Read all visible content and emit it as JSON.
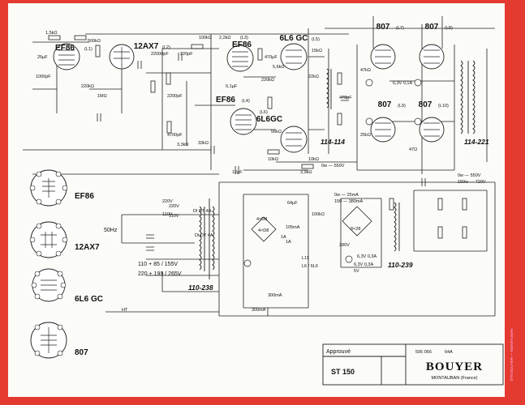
{
  "tubes": {
    "v1": "EF86",
    "v1_pos": "(L1)",
    "v2": "12AX7",
    "v2_pos": "(L2)",
    "v3": "EF86",
    "v3_pos": "(L3)",
    "v4": "EF86",
    "v4_pos": "(L4)",
    "v5": "6L6 GC",
    "v5_pos": "(L5)",
    "v6": "6L6GC",
    "v6_pos": "(L6)",
    "v7": "807",
    "v7_pos": "(L7)",
    "v8": "807",
    "v8_pos": "(L8)",
    "v9": "807",
    "v9_pos": "(L9)",
    "v10": "807",
    "v10_pos": "(L10)"
  },
  "pinouts": [
    "EF86",
    "12AX7",
    "6L6 GC",
    "807"
  ],
  "transformers": {
    "t1": "114-114",
    "t2": "114-221",
    "t3": "110-238",
    "t4": "110-239"
  },
  "components": [
    "1,5kΩ",
    "25µF",
    "1000pF",
    "220kΩ",
    "500kΩ",
    "22000pF",
    "220pF",
    "100kΩ",
    "2,2kΩ",
    "5,6kΩ",
    "0,1µF",
    "470µF",
    "22kΩ",
    "220kΩ",
    "2200pF",
    "4700pF",
    "3,3kΩ",
    "33kΩ",
    "1MΩ",
    "56kΩ",
    "12µF",
    "10kΩ",
    "3,9kΩ",
    "15kΩ",
    "47kΩ",
    "6,3V 0,1A",
    "470pF",
    "47Ω",
    "25kΩ",
    "64µF",
    "100kΩ",
    "105mA",
    "4×D8",
    "1A",
    "220V",
    "110V",
    "DI DT 4A",
    "300mA",
    "6,3V 0,3A",
    "10kΩ"
  ],
  "supply": {
    "mains_freq": "50Hz",
    "v220": "220V",
    "v110": "110V",
    "taps_110": "110 + 85 / 155V",
    "taps_220": "220 + 199 / 265V",
    "bridge_label": "4×D8",
    "fuse_hv": "1A",
    "fuse_mains": "DI DT 4A",
    "hv_current_1": "0w — 25mA",
    "hv_current_2": "150 — 380mA",
    "hv_bridge_label": "8×28",
    "volt_280": "280V",
    "lamp": "6,3V 0,3A",
    "lamp2": "5V",
    "ht_switch": "HT",
    "cur_300": "300mA",
    "e_rail": "0w — 550V",
    "out_550": "0w — 550V",
    "out_720": "150w — 720V",
    "lamp_l11": "L11",
    "lamp_l12": "L6 / 6L6"
  },
  "title_block": {
    "approved_label": "Approuvé",
    "model": "ST 150",
    "drawing_no": "595 056",
    "rev": "64A",
    "company": "BOUYER",
    "city": "MONTAUBAN (France)"
  },
  "side_text": "ÉTS BOUYER — MONTAUBAN"
}
